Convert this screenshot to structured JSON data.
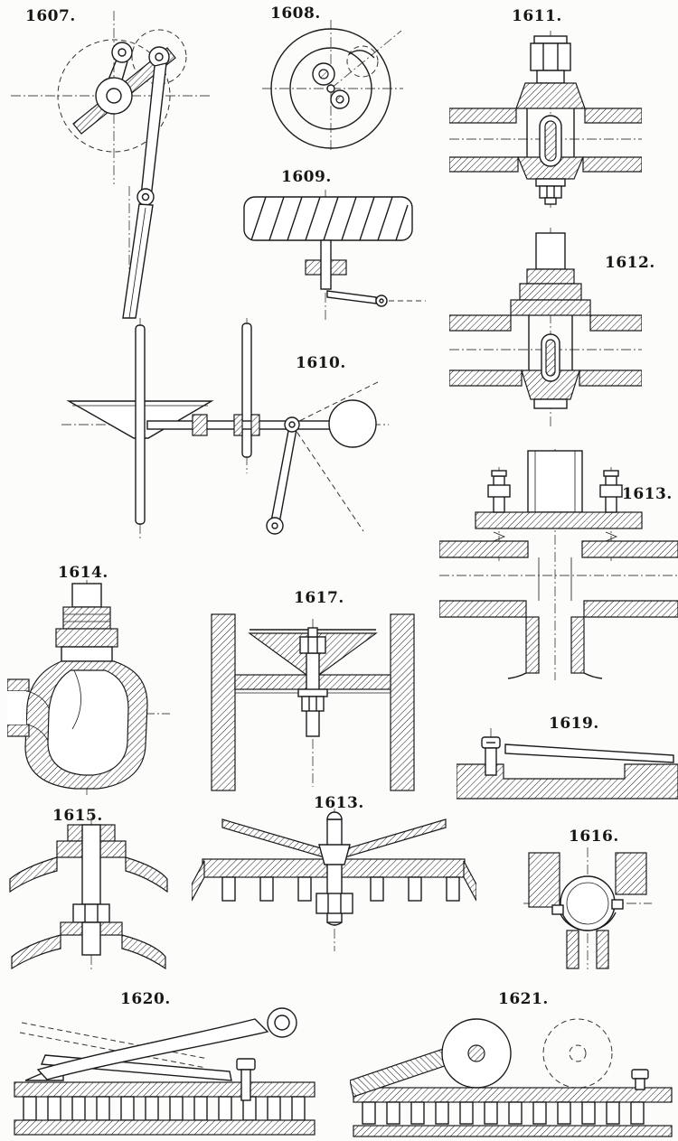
{
  "plate": {
    "description_colors": {
      "paper": "#fcfcfa",
      "ink": "#1b1b1b"
    }
  },
  "figures": [
    {
      "label": "1607."
    },
    {
      "label": "1608."
    },
    {
      "label": "1609."
    },
    {
      "label": "1610."
    },
    {
      "label": "1611."
    },
    {
      "label": "1612."
    },
    {
      "label": "1613."
    },
    {
      "label": "1614."
    },
    {
      "label": "1617."
    },
    {
      "label": "1619."
    },
    {
      "label": "1615."
    },
    {
      "label": "1613."
    },
    {
      "label": "1616."
    },
    {
      "label": "1620."
    },
    {
      "label": "1621."
    }
  ]
}
